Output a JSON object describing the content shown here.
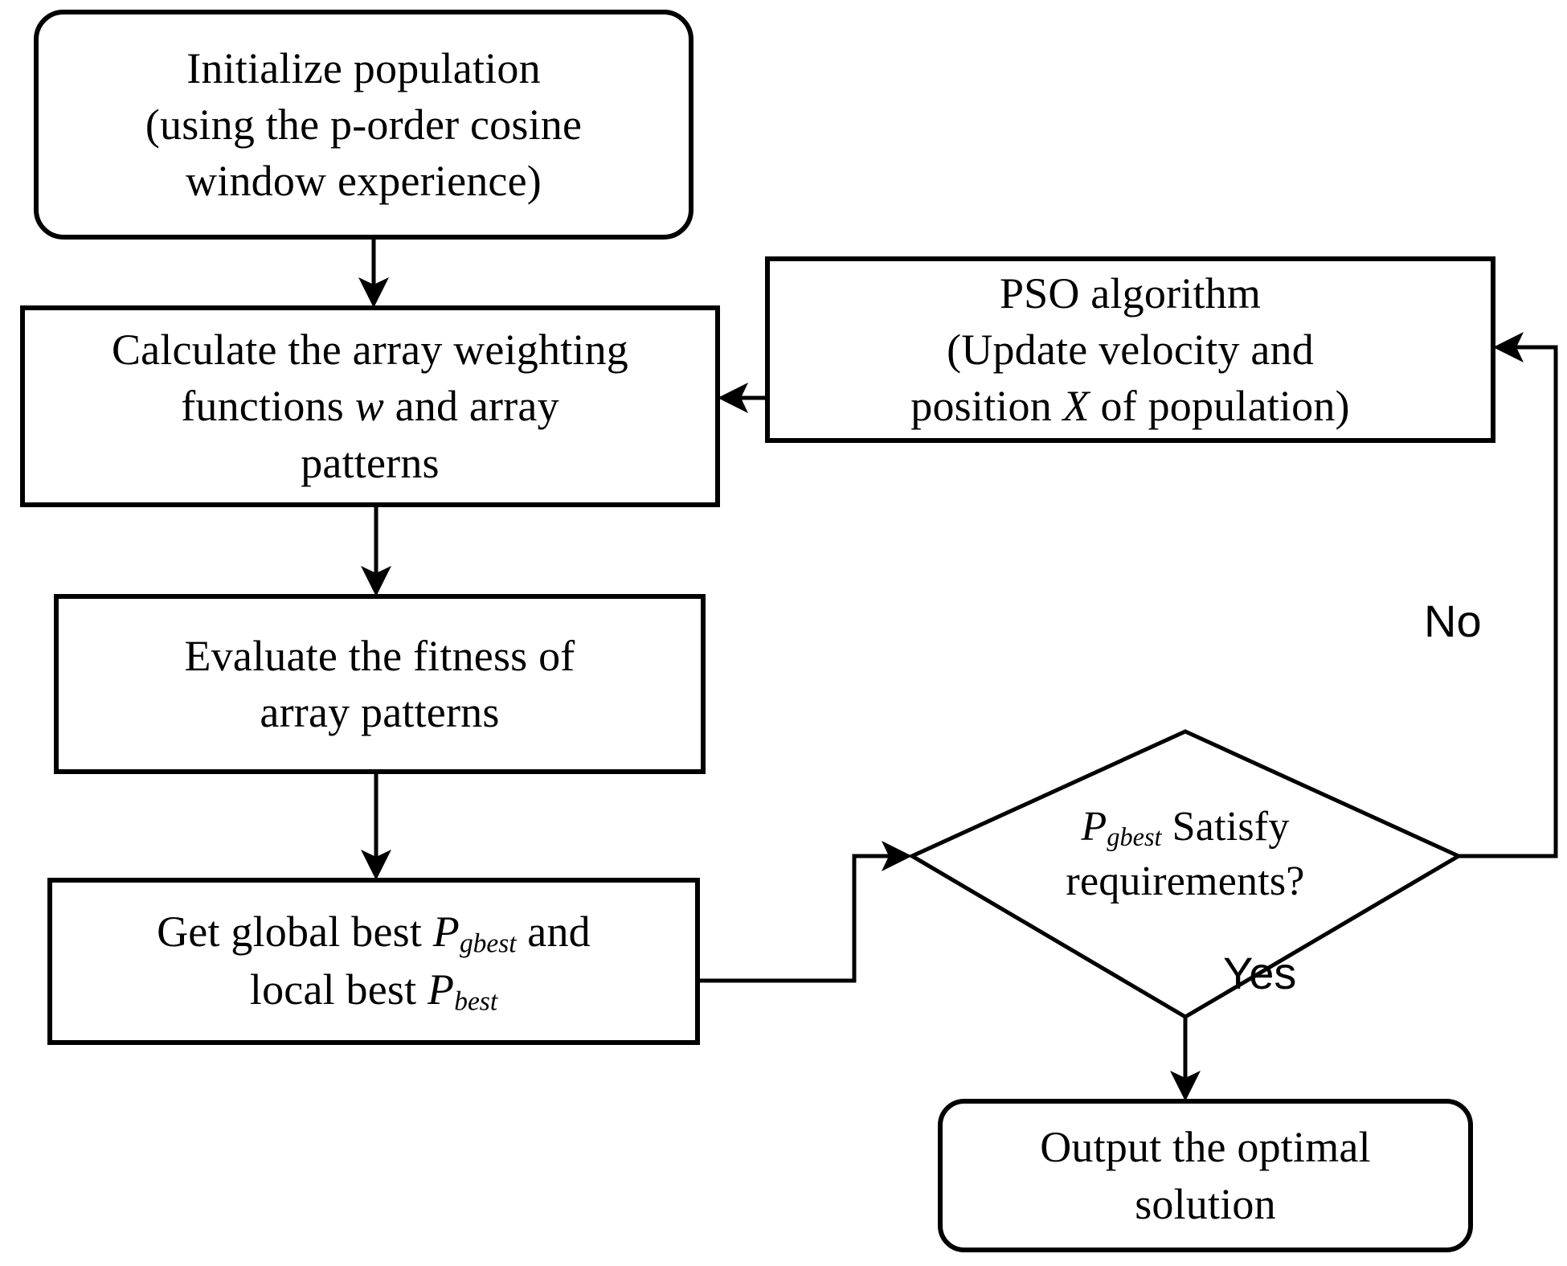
{
  "diagram": {
    "type": "flowchart",
    "title": "PSO-based array pattern optimization flowchart",
    "background": "#ffffff",
    "line_color": "#000000",
    "nodes": {
      "initialize": {
        "shape": "rounded-rectangle",
        "lines": [
          "Initialize population",
          "(using the  p-order cosine",
          "window experience)"
        ]
      },
      "calculate": {
        "shape": "rectangle",
        "line1_a": "Calculate the array weighting",
        "line2_a": "functions ",
        "line2_var": "w",
        "line2_b": " and array",
        "line3": "patterns"
      },
      "pso": {
        "shape": "rectangle",
        "line1": "PSO algorithm",
        "line2": "(Update  velocity and",
        "line3_a": "position ",
        "line3_var": "X",
        "line3_b": " of population)"
      },
      "evaluate": {
        "shape": "rectangle",
        "line1": "Evaluate the fitness of",
        "line2": "array patterns"
      },
      "global_best": {
        "shape": "rectangle",
        "line1_a": "Get global best  ",
        "line1_var": "P",
        "line1_sub": "gbest",
        "line1_b": " and",
        "line2_a": "local best ",
        "line2_var": "P",
        "line2_sub": "best"
      },
      "decision": {
        "shape": "diamond",
        "line1_var": "P",
        "line1_sub": "gbest",
        "line1_b": " Satisfy",
        "line2": "requirements?"
      },
      "output": {
        "shape": "rounded-rectangle",
        "line1": "Output the optimal",
        "line2": "solution"
      }
    },
    "edge_labels": {
      "no": "No",
      "yes": "Yes"
    },
    "edges": [
      {
        "from": "initialize",
        "to": "calculate",
        "label": ""
      },
      {
        "from": "calculate",
        "to": "evaluate",
        "label": ""
      },
      {
        "from": "evaluate",
        "to": "global_best",
        "label": ""
      },
      {
        "from": "global_best",
        "to": "decision",
        "label": ""
      },
      {
        "from": "pso",
        "to": "calculate",
        "label": ""
      },
      {
        "from": "decision",
        "to": "pso",
        "label": "No"
      },
      {
        "from": "decision",
        "to": "output",
        "label": "Yes"
      }
    ]
  }
}
